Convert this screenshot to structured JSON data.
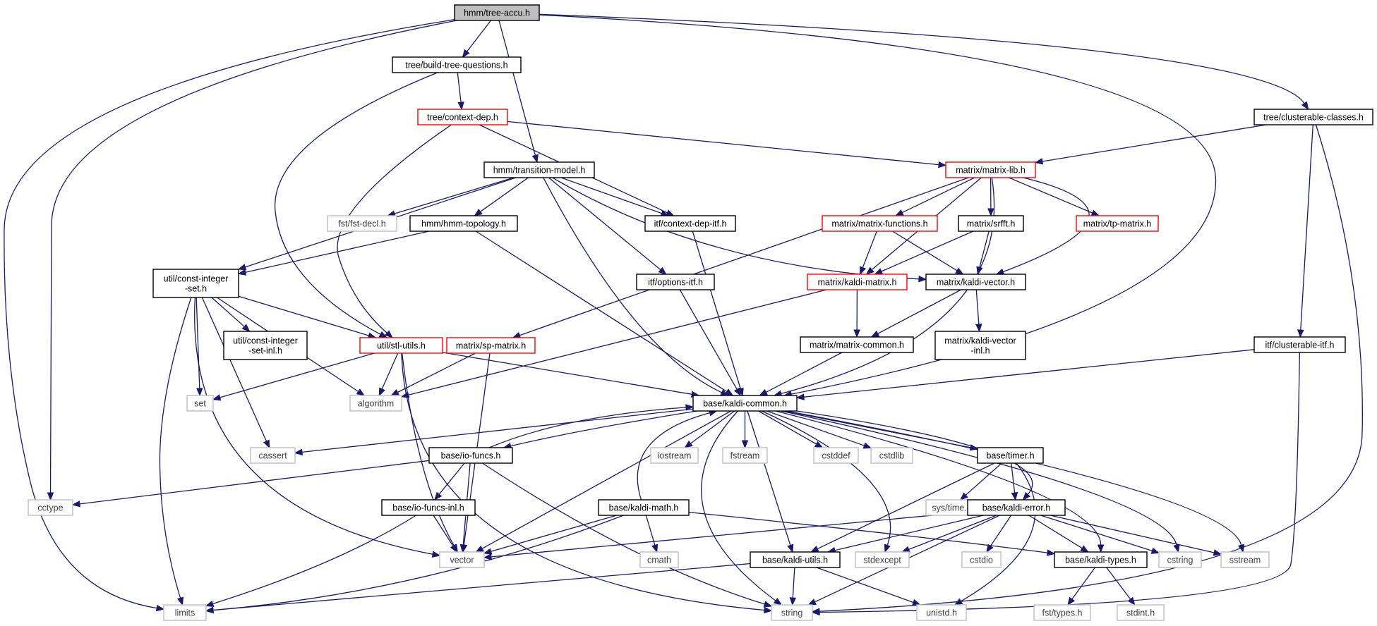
{
  "nodes": [
    {
      "id": "tree-accu",
      "lines": [
        "hmm/tree-accu.h"
      ],
      "kind": "root"
    },
    {
      "id": "build-tree-questions",
      "lines": [
        "tree/build-tree-questions.h"
      ],
      "kind": "doc"
    },
    {
      "id": "clusterable-classes",
      "lines": [
        "tree/clusterable-classes.h"
      ],
      "kind": "doc"
    },
    {
      "id": "context-dep",
      "lines": [
        "tree/context-dep.h"
      ],
      "kind": "red"
    },
    {
      "id": "transition-model",
      "lines": [
        "hmm/transition-model.h"
      ],
      "kind": "doc"
    },
    {
      "id": "matrix-lib",
      "lines": [
        "matrix/matrix-lib.h"
      ],
      "kind": "red"
    },
    {
      "id": "fst-decl",
      "lines": [
        "fst/fst-decl.h"
      ],
      "kind": "sys"
    },
    {
      "id": "hmm-topology",
      "lines": [
        "hmm/hmm-topology.h"
      ],
      "kind": "doc"
    },
    {
      "id": "context-dep-itf",
      "lines": [
        "itf/context-dep-itf.h"
      ],
      "kind": "doc"
    },
    {
      "id": "matrix-functions",
      "lines": [
        "matrix/matrix-functions.h"
      ],
      "kind": "red"
    },
    {
      "id": "srfft",
      "lines": [
        "matrix/srfft.h"
      ],
      "kind": "doc"
    },
    {
      "id": "tp-matrix",
      "lines": [
        "matrix/tp-matrix.h"
      ],
      "kind": "red"
    },
    {
      "id": "const-integer-set",
      "lines": [
        "util/const-integer",
        "-set.h"
      ],
      "kind": "doc"
    },
    {
      "id": "options-itf",
      "lines": [
        "itf/options-itf.h"
      ],
      "kind": "doc"
    },
    {
      "id": "kaldi-matrix",
      "lines": [
        "matrix/kaldi-matrix.h"
      ],
      "kind": "red"
    },
    {
      "id": "kaldi-vector",
      "lines": [
        "matrix/kaldi-vector.h"
      ],
      "kind": "doc"
    },
    {
      "id": "const-integer-set-inl",
      "lines": [
        "util/const-integer",
        "-set-inl.h"
      ],
      "kind": "doc"
    },
    {
      "id": "stl-utils",
      "lines": [
        "util/stl-utils.h"
      ],
      "kind": "red"
    },
    {
      "id": "sp-matrix",
      "lines": [
        "matrix/sp-matrix.h"
      ],
      "kind": "red"
    },
    {
      "id": "matrix-common",
      "lines": [
        "matrix/matrix-common.h"
      ],
      "kind": "doc"
    },
    {
      "id": "kaldi-vector-inl",
      "lines": [
        "matrix/kaldi-vector",
        "-inl.h"
      ],
      "kind": "doc"
    },
    {
      "id": "clusterable-itf",
      "lines": [
        "itf/clusterable-itf.h"
      ],
      "kind": "doc"
    },
    {
      "id": "set",
      "lines": [
        "set"
      ],
      "kind": "sys"
    },
    {
      "id": "algorithm",
      "lines": [
        "algorithm"
      ],
      "kind": "sys"
    },
    {
      "id": "kaldi-common",
      "lines": [
        "base/kaldi-common.h"
      ],
      "kind": "doc"
    },
    {
      "id": "cassert",
      "lines": [
        "cassert"
      ],
      "kind": "sys"
    },
    {
      "id": "io-funcs",
      "lines": [
        "base/io-funcs.h"
      ],
      "kind": "doc"
    },
    {
      "id": "iostream",
      "lines": [
        "iostream"
      ],
      "kind": "sys"
    },
    {
      "id": "fstream",
      "lines": [
        "fstream"
      ],
      "kind": "sys"
    },
    {
      "id": "cstddef",
      "lines": [
        "cstddef"
      ],
      "kind": "sys"
    },
    {
      "id": "cstdlib",
      "lines": [
        "cstdlib"
      ],
      "kind": "sys"
    },
    {
      "id": "timer",
      "lines": [
        "base/timer.h"
      ],
      "kind": "doc"
    },
    {
      "id": "cctype",
      "lines": [
        "cctype"
      ],
      "kind": "sys"
    },
    {
      "id": "io-funcs-inl",
      "lines": [
        "base/io-funcs-inl.h"
      ],
      "kind": "doc"
    },
    {
      "id": "kaldi-math",
      "lines": [
        "base/kaldi-math.h"
      ],
      "kind": "doc"
    },
    {
      "id": "sys-time",
      "lines": [
        "sys/time.h"
      ],
      "kind": "sys"
    },
    {
      "id": "kaldi-error",
      "lines": [
        "base/kaldi-error.h"
      ],
      "kind": "doc"
    },
    {
      "id": "vector",
      "lines": [
        "vector"
      ],
      "kind": "sys"
    },
    {
      "id": "cmath",
      "lines": [
        "cmath"
      ],
      "kind": "sys"
    },
    {
      "id": "kaldi-utils",
      "lines": [
        "base/kaldi-utils.h"
      ],
      "kind": "doc"
    },
    {
      "id": "stdexcept",
      "lines": [
        "stdexcept"
      ],
      "kind": "sys"
    },
    {
      "id": "cstdio",
      "lines": [
        "cstdio"
      ],
      "kind": "sys"
    },
    {
      "id": "kaldi-types",
      "lines": [
        "base/kaldi-types.h"
      ],
      "kind": "doc"
    },
    {
      "id": "cstring",
      "lines": [
        "cstring"
      ],
      "kind": "sys"
    },
    {
      "id": "sstream",
      "lines": [
        "sstream"
      ],
      "kind": "sys"
    },
    {
      "id": "limits",
      "lines": [
        "limits"
      ],
      "kind": "sys"
    },
    {
      "id": "string",
      "lines": [
        "string"
      ],
      "kind": "sys"
    },
    {
      "id": "unistd",
      "lines": [
        "unistd.h"
      ],
      "kind": "sys"
    },
    {
      "id": "fst-types",
      "lines": [
        "fst/types.h"
      ],
      "kind": "sys"
    },
    {
      "id": "stdint",
      "lines": [
        "stdint.h"
      ],
      "kind": "sys"
    }
  ],
  "edges": [
    {
      "from": "tree-accu",
      "to": "build-tree-questions"
    },
    {
      "from": "tree-accu",
      "to": "transition-model"
    },
    {
      "from": "tree-accu",
      "to": "clusterable-classes"
    },
    {
      "from": "tree-accu",
      "to": "kaldi-common"
    },
    {
      "from": "tree-accu",
      "to": "cctype"
    },
    {
      "from": "tree-accu",
      "to": "limits"
    },
    {
      "from": "build-tree-questions",
      "to": "context-dep"
    },
    {
      "from": "build-tree-questions",
      "to": "stl-utils"
    },
    {
      "from": "context-dep",
      "to": "matrix-lib"
    },
    {
      "from": "context-dep",
      "to": "context-dep-itf"
    },
    {
      "from": "context-dep",
      "to": "stl-utils"
    },
    {
      "from": "clusterable-classes",
      "to": "matrix-lib"
    },
    {
      "from": "clusterable-classes",
      "to": "clusterable-itf"
    },
    {
      "from": "clusterable-classes",
      "to": "string"
    },
    {
      "from": "transition-model",
      "to": "fst-decl"
    },
    {
      "from": "transition-model",
      "to": "hmm-topology"
    },
    {
      "from": "transition-model",
      "to": "context-dep-itf"
    },
    {
      "from": "transition-model",
      "to": "const-integer-set"
    },
    {
      "from": "transition-model",
      "to": "options-itf"
    },
    {
      "from": "transition-model",
      "to": "kaldi-vector"
    },
    {
      "from": "transition-model",
      "to": "kaldi-common"
    },
    {
      "from": "matrix-lib",
      "to": "matrix-functions"
    },
    {
      "from": "matrix-lib",
      "to": "srfft"
    },
    {
      "from": "matrix-lib",
      "to": "tp-matrix"
    },
    {
      "from": "matrix-lib",
      "to": "kaldi-matrix"
    },
    {
      "from": "matrix-lib",
      "to": "kaldi-vector"
    },
    {
      "from": "matrix-lib",
      "to": "sp-matrix"
    },
    {
      "from": "matrix-lib",
      "to": "kaldi-common"
    },
    {
      "from": "hmm-topology",
      "to": "const-integer-set"
    },
    {
      "from": "hmm-topology",
      "to": "kaldi-common"
    },
    {
      "from": "context-dep-itf",
      "to": "kaldi-common"
    },
    {
      "from": "matrix-functions",
      "to": "kaldi-matrix"
    },
    {
      "from": "matrix-functions",
      "to": "kaldi-vector"
    },
    {
      "from": "srfft",
      "to": "kaldi-matrix"
    },
    {
      "from": "srfft",
      "to": "kaldi-vector"
    },
    {
      "from": "const-integer-set",
      "to": "const-integer-set-inl"
    },
    {
      "from": "const-integer-set",
      "to": "stl-utils"
    },
    {
      "from": "const-integer-set",
      "to": "set"
    },
    {
      "from": "const-integer-set",
      "to": "algorithm"
    },
    {
      "from": "const-integer-set",
      "to": "cassert"
    },
    {
      "from": "const-integer-set",
      "to": "vector"
    },
    {
      "from": "const-integer-set",
      "to": "limits"
    },
    {
      "from": "options-itf",
      "to": "kaldi-common"
    },
    {
      "from": "kaldi-matrix",
      "to": "matrix-common"
    },
    {
      "from": "kaldi-matrix",
      "to": "algorithm"
    },
    {
      "from": "kaldi-vector",
      "to": "matrix-common"
    },
    {
      "from": "kaldi-vector",
      "to": "kaldi-vector-inl"
    },
    {
      "from": "stl-utils",
      "to": "set"
    },
    {
      "from": "stl-utils",
      "to": "algorithm"
    },
    {
      "from": "stl-utils",
      "to": "vector"
    },
    {
      "from": "stl-utils",
      "to": "string"
    },
    {
      "from": "stl-utils",
      "to": "kaldi-common"
    },
    {
      "from": "sp-matrix",
      "to": "algorithm"
    },
    {
      "from": "sp-matrix",
      "to": "vector"
    },
    {
      "from": "matrix-common",
      "to": "kaldi-common"
    },
    {
      "from": "clusterable-itf",
      "to": "kaldi-common"
    },
    {
      "from": "clusterable-itf",
      "to": "string"
    },
    {
      "from": "kaldi-common",
      "to": "cassert"
    },
    {
      "from": "kaldi-common",
      "to": "io-funcs"
    },
    {
      "from": "kaldi-common",
      "to": "iostream"
    },
    {
      "from": "kaldi-common",
      "to": "fstream"
    },
    {
      "from": "kaldi-common",
      "to": "cstddef"
    },
    {
      "from": "kaldi-common",
      "to": "cstdlib"
    },
    {
      "from": "kaldi-common",
      "to": "timer"
    },
    {
      "from": "kaldi-common",
      "to": "kaldi-error"
    },
    {
      "from": "kaldi-common",
      "to": "kaldi-utils"
    },
    {
      "from": "kaldi-common",
      "to": "kaldi-types"
    },
    {
      "from": "kaldi-common",
      "to": "cstring"
    },
    {
      "from": "kaldi-common",
      "to": "sstream"
    },
    {
      "from": "kaldi-common",
      "to": "stdexcept"
    },
    {
      "from": "kaldi-common",
      "to": "vector"
    },
    {
      "from": "kaldi-common",
      "to": "string"
    },
    {
      "from": "io-funcs",
      "to": "kaldi-common"
    },
    {
      "from": "io-funcs",
      "to": "cctype"
    },
    {
      "from": "io-funcs",
      "to": "io-funcs-inl"
    },
    {
      "from": "io-funcs",
      "to": "vector"
    },
    {
      "from": "io-funcs",
      "to": "string"
    },
    {
      "from": "io-funcs-inl",
      "to": "vector"
    },
    {
      "from": "io-funcs-inl",
      "to": "limits"
    },
    {
      "from": "kaldi-math",
      "to": "kaldi-common"
    },
    {
      "from": "kaldi-math",
      "to": "vector"
    },
    {
      "from": "kaldi-math",
      "to": "cmath"
    },
    {
      "from": "kaldi-math",
      "to": "kaldi-types"
    },
    {
      "from": "kaldi-math",
      "to": "limits"
    },
    {
      "from": "timer",
      "to": "sys-time"
    },
    {
      "from": "timer",
      "to": "kaldi-error"
    },
    {
      "from": "timer",
      "to": "kaldi-utils"
    },
    {
      "from": "timer",
      "to": "unistd"
    },
    {
      "from": "kaldi-error",
      "to": "vector"
    },
    {
      "from": "kaldi-error",
      "to": "kaldi-utils"
    },
    {
      "from": "kaldi-error",
      "to": "stdexcept"
    },
    {
      "from": "kaldi-error",
      "to": "cstdio"
    },
    {
      "from": "kaldi-error",
      "to": "kaldi-types"
    },
    {
      "from": "kaldi-error",
      "to": "cstring"
    },
    {
      "from": "kaldi-error",
      "to": "sstream"
    },
    {
      "from": "kaldi-error",
      "to": "string"
    },
    {
      "from": "kaldi-utils",
      "to": "limits"
    },
    {
      "from": "kaldi-utils",
      "to": "string"
    },
    {
      "from": "kaldi-utils",
      "to": "unistd"
    },
    {
      "from": "kaldi-types",
      "to": "fst-types"
    },
    {
      "from": "kaldi-types",
      "to": "stdint"
    }
  ]
}
